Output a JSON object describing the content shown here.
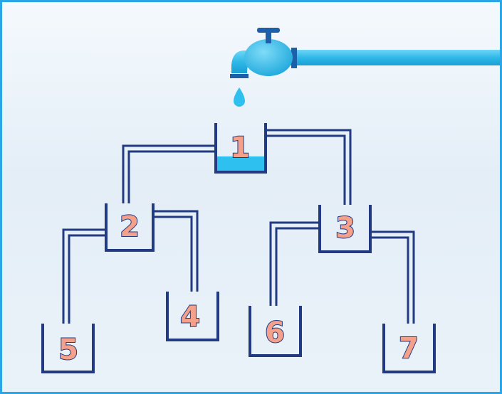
{
  "containers": [
    {
      "id": "1",
      "label": "1",
      "has_water": true
    },
    {
      "id": "2",
      "label": "2",
      "has_water": false
    },
    {
      "id": "3",
      "label": "3",
      "has_water": false
    },
    {
      "id": "4",
      "label": "4",
      "has_water": false
    },
    {
      "id": "5",
      "label": "5",
      "has_water": false
    },
    {
      "id": "6",
      "label": "6",
      "has_water": false
    },
    {
      "id": "7",
      "label": "7",
      "has_water": false
    }
  ],
  "colors": {
    "pipe": "#213a82",
    "water": "#2ec0ee",
    "tap": "#2fb8e8",
    "label_fill": "#f4a08a",
    "frame": "#2aa6e6"
  },
  "icons": [
    "faucet-icon",
    "water-drop-icon"
  ]
}
